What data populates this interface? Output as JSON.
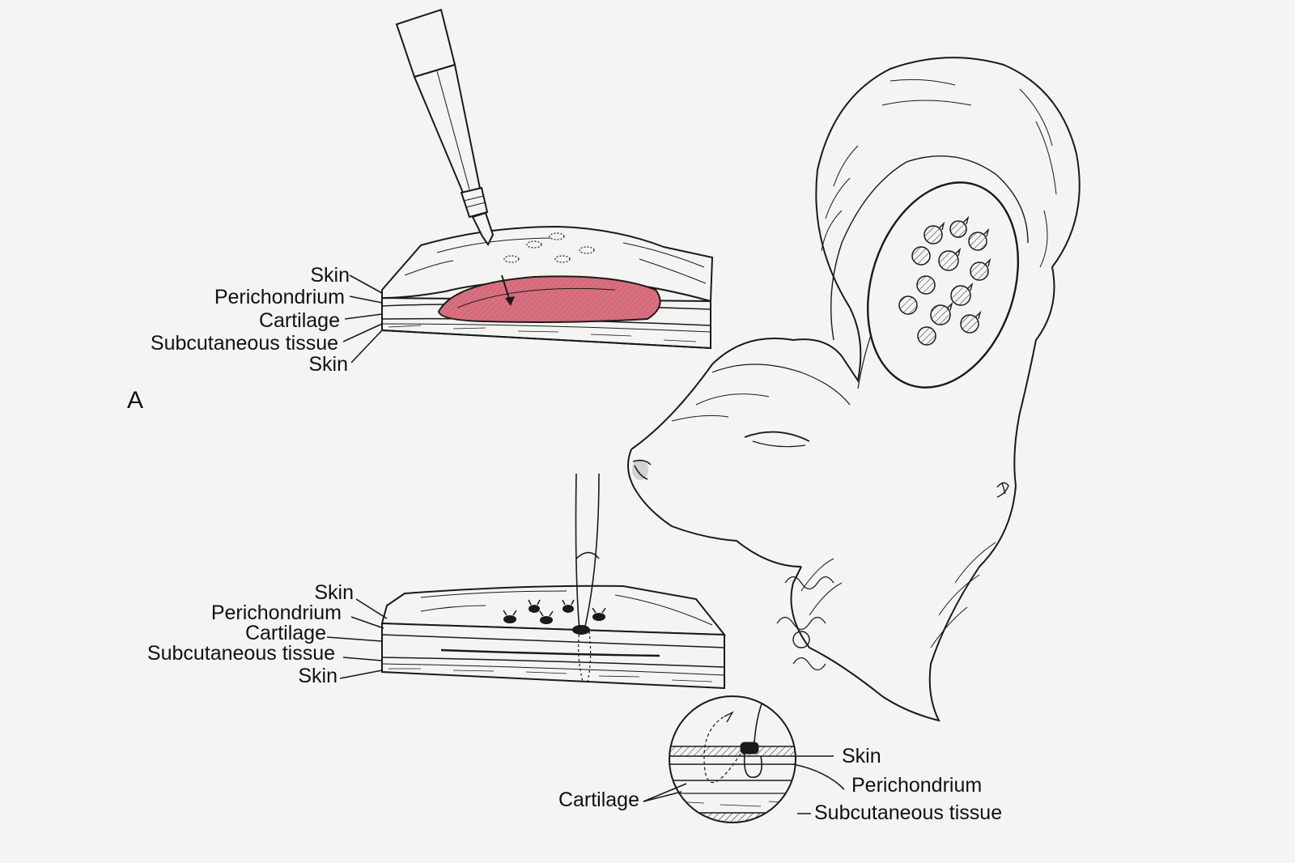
{
  "panel_a": {
    "letter": "A",
    "labels": [
      "Skin",
      "Perichondrium",
      "Cartilage",
      "Subcutaneous tissue",
      "Skin"
    ]
  },
  "panel_b": {
    "labels": [
      "Skin",
      "Perichondrium",
      "Cartilage",
      "Subcutaneous tissue",
      "Skin"
    ]
  },
  "inset": {
    "labels_right": [
      "Skin",
      "Perichondrium",
      "Subcutaneous tissue"
    ],
    "label_left": "Cartilage"
  },
  "colors": {
    "hematoma": "#d9707f",
    "ink": "#1a1a1a",
    "paper": "#f4f4f2"
  }
}
